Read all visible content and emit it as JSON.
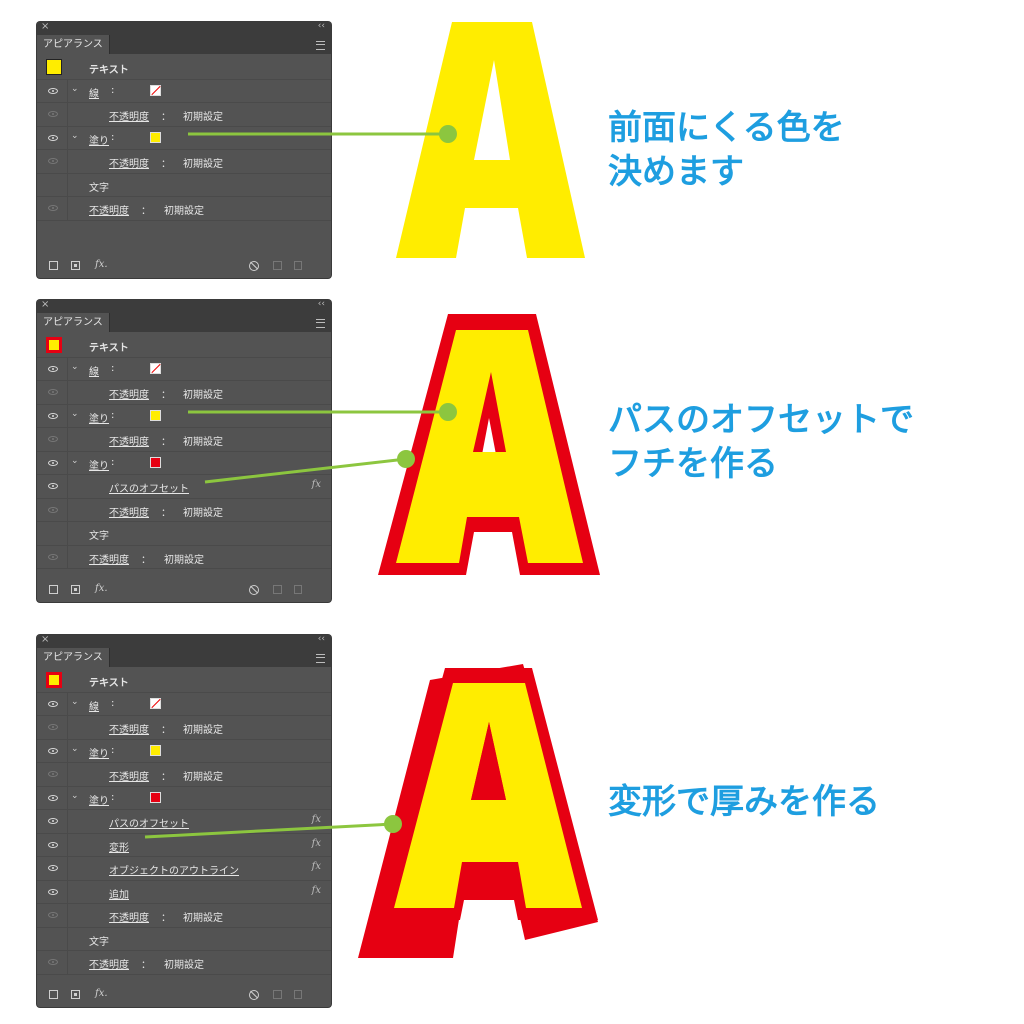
{
  "colors": {
    "accent": "#1e9ee0",
    "yellow": "#ffed00",
    "red": "#e60012",
    "connector": "#8cc63f",
    "panel": "#535353"
  },
  "panels": [
    {
      "tab": "アピアランス",
      "header_label": "テキスト",
      "rows": [
        {
          "eye": "on",
          "chev": true,
          "label": "線",
          "underline": true,
          "swatch": "none"
        },
        {
          "eye": "dim",
          "indent": 2,
          "label": "不透明度",
          "underline": true,
          "value": "初期設定"
        },
        {
          "eye": "on",
          "chev": true,
          "label": "塗り",
          "underline": true,
          "swatch": "yellow"
        },
        {
          "eye": "dim",
          "indent": 2,
          "label": "不透明度",
          "underline": true,
          "value": "初期設定"
        },
        {
          "eye": "none",
          "indent": 1,
          "label": "文字"
        },
        {
          "eye": "dim",
          "indent": 1,
          "label": "不透明度",
          "underline": true,
          "value": "初期設定"
        }
      ]
    },
    {
      "tab": "アピアランス",
      "header_label": "テキスト",
      "rows": [
        {
          "eye": "on",
          "chev": true,
          "label": "線",
          "underline": true,
          "swatch": "none"
        },
        {
          "eye": "dim",
          "indent": 2,
          "label": "不透明度",
          "underline": true,
          "value": "初期設定"
        },
        {
          "eye": "on",
          "chev": true,
          "label": "塗り",
          "underline": true,
          "swatch": "yellow"
        },
        {
          "eye": "dim",
          "indent": 2,
          "label": "不透明度",
          "underline": true,
          "value": "初期設定"
        },
        {
          "eye": "on",
          "chev": true,
          "label": "塗り",
          "underline": true,
          "swatch": "red"
        },
        {
          "eye": "on",
          "indent": 2,
          "label": "パスのオフセット",
          "underline": true,
          "fx": true
        },
        {
          "eye": "dim",
          "indent": 2,
          "label": "不透明度",
          "underline": true,
          "value": "初期設定"
        },
        {
          "eye": "none",
          "indent": 1,
          "label": "文字"
        },
        {
          "eye": "dim",
          "indent": 1,
          "label": "不透明度",
          "underline": true,
          "value": "初期設定"
        }
      ]
    },
    {
      "tab": "アピアランス",
      "header_label": "テキスト",
      "rows": [
        {
          "eye": "on",
          "chev": true,
          "label": "線",
          "underline": true,
          "swatch": "none"
        },
        {
          "eye": "dim",
          "indent": 2,
          "label": "不透明度",
          "underline": true,
          "value": "初期設定"
        },
        {
          "eye": "on",
          "chev": true,
          "label": "塗り",
          "underline": true,
          "swatch": "yellow"
        },
        {
          "eye": "dim",
          "indent": 2,
          "label": "不透明度",
          "underline": true,
          "value": "初期設定"
        },
        {
          "eye": "on",
          "chev": true,
          "label": "塗り",
          "underline": true,
          "swatch": "red"
        },
        {
          "eye": "on",
          "indent": 2,
          "label": "パスのオフセット",
          "underline": true,
          "fx": true
        },
        {
          "eye": "on",
          "indent": 2,
          "label": "変形",
          "underline": true,
          "fx": true
        },
        {
          "eye": "on",
          "indent": 2,
          "label": "オブジェクトのアウトライン",
          "underline": true,
          "fx": true
        },
        {
          "eye": "on",
          "indent": 2,
          "label": "追加",
          "underline": true,
          "fx": true
        },
        {
          "eye": "dim",
          "indent": 2,
          "label": "不透明度",
          "underline": true,
          "value": "初期設定"
        },
        {
          "eye": "none",
          "indent": 1,
          "label": "文字"
        },
        {
          "eye": "dim",
          "indent": 1,
          "label": "不透明度",
          "underline": true,
          "value": "初期設定"
        }
      ]
    }
  ],
  "captions": [
    {
      "lines": [
        "前面にくる色を",
        "決めます"
      ]
    },
    {
      "lines": [
        "パスのオフセットで",
        "フチを作る"
      ]
    },
    {
      "lines": [
        "変形で厚みを作る"
      ]
    }
  ],
  "letter": "A",
  "fx_symbol": "fx",
  "footer_fx": "fx.",
  "icons": {
    "close": "×",
    "collapse": "‹‹"
  }
}
